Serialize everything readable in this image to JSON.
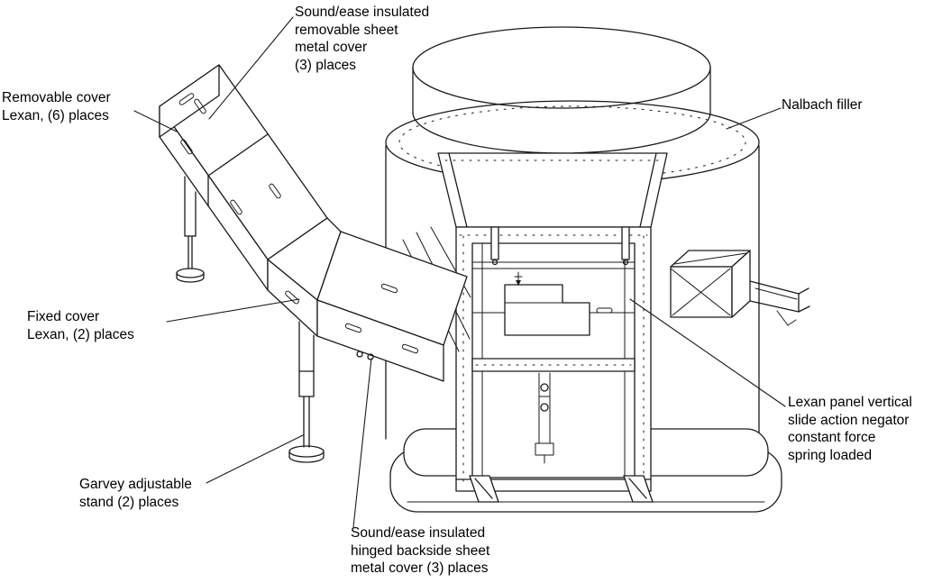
{
  "labels": {
    "insulated_removable_cover": "Sound/ease insulated\nremovable sheet\nmetal cover\n(3) places",
    "removable_cover_lexan": "Removable cover\nLexan, (6) places",
    "nalbach_filler": "Nalbach filler",
    "fixed_cover_lexan": "Fixed cover\nLexan, (2) places",
    "lexan_panel": "Lexan panel vertical\nslide action negator\nconstant force\nspring loaded",
    "garvey_stand": "Garvey adjustable\nstand (2) places",
    "insulated_hinged_cover": "Sound/ease insulated\nhinged backside sheet\nmetal cover (3) places"
  },
  "colors": {
    "line": "#1a1a1a",
    "background": "#ffffff"
  }
}
